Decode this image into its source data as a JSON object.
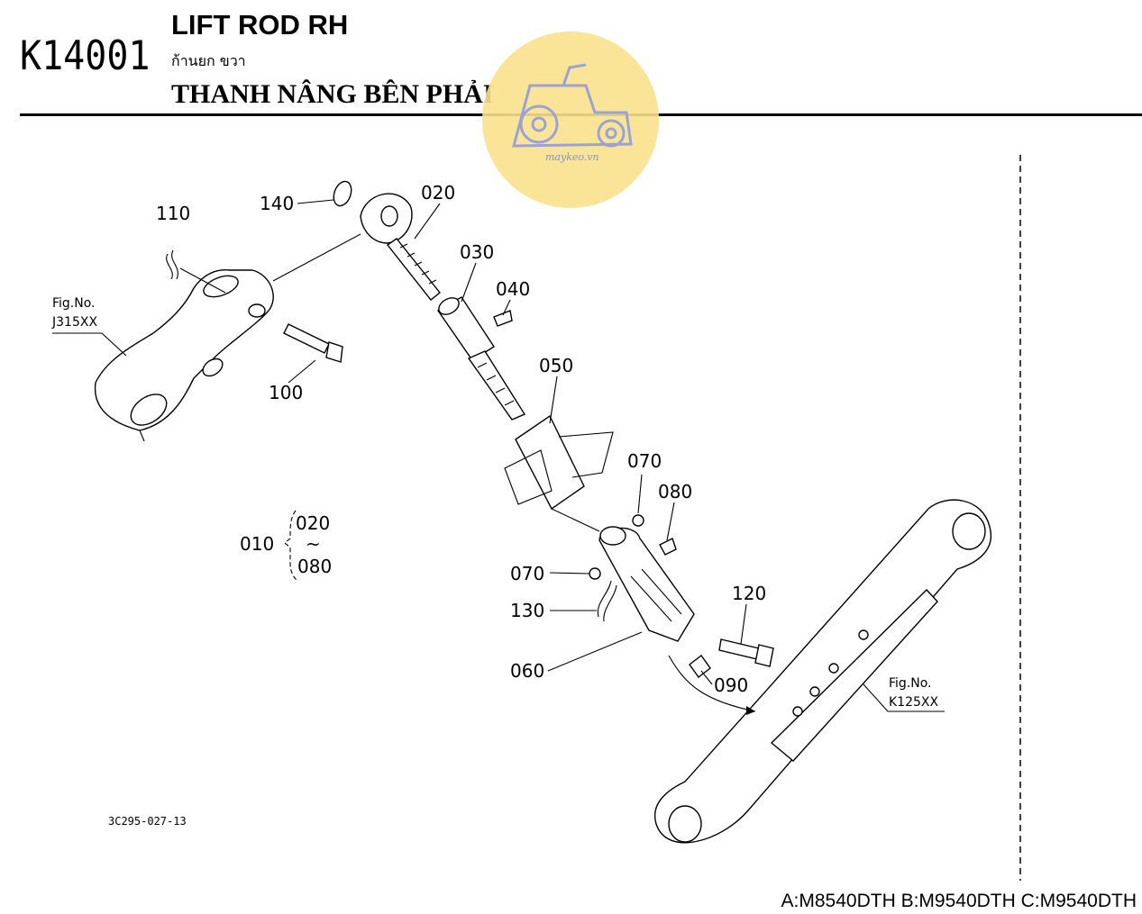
{
  "header": {
    "code": "K14001",
    "title_en": "LIFT ROD RH",
    "title_th": "ก้านยก ขวา",
    "title_vn": "THANH NÂNG BÊN PHẢI"
  },
  "watermark": {
    "text": "maykeo.vn",
    "color": "#f7e08a",
    "icon": "tractor-icon"
  },
  "callouts": {
    "c140": "140",
    "c020": "020",
    "c030": "030",
    "c040": "040",
    "c110": "110",
    "c100": "100",
    "c050": "050",
    "c070a": "070",
    "c080": "080",
    "c070b": "070",
    "c130": "130",
    "c120": "120",
    "c060": "060",
    "c090": "090"
  },
  "assembly": {
    "parent": "010",
    "from": "020",
    "tilde": "~",
    "to": "080"
  },
  "fig_refs": {
    "left_label": "Fig.No.",
    "left_code": "J315XX",
    "right_label": "Fig.No.",
    "right_code": "K125XX"
  },
  "drawing_number": "3C295-027-13",
  "models": "A:M8540DTH B:M9540DTH C:M9540DTH"
}
